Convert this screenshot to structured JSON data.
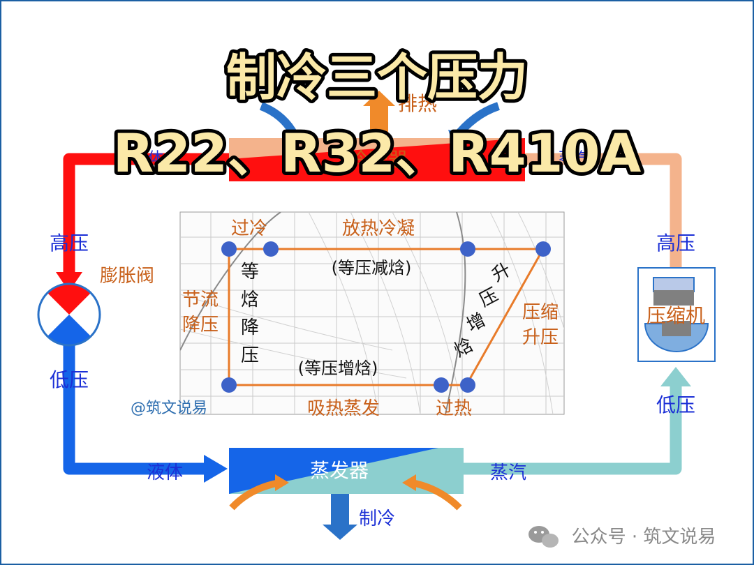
{
  "title": {
    "line1": "制冷三个压力",
    "line2": "R22、R32、R410A"
  },
  "cycle": {
    "condenser": {
      "left_text": "液体",
      "right_text": "蒸汽",
      "heat_out": "排热",
      "label": "冷凝器"
    },
    "evaporator": {
      "label": "蒸发器",
      "left_text": "液体",
      "right_text": "蒸汽",
      "cooling": "制冷"
    },
    "left_high": "高压",
    "left_low": "低压",
    "right_high": "高压",
    "right_low": "低压",
    "expansion_valve": "膨胀阀",
    "compressor": "压缩机"
  },
  "ph_diagram": {
    "subcool": "过冷",
    "condense": "放热冷凝",
    "isobaric_cool": "(等压减焓)",
    "isenthalpic": [
      "等",
      "焓",
      "降",
      "压"
    ],
    "throttle": [
      "节流",
      "降压"
    ],
    "compress_rise": [
      "升",
      "压",
      "增",
      "焓"
    ],
    "compress": [
      "压缩",
      "升压"
    ],
    "isobaric_heat": "(等压增焓)",
    "evaporate": "吸热蒸发",
    "superheat": "过热",
    "credit": "@筑文说易"
  },
  "footer": {
    "wechat_icon": "wechat-icon",
    "text": "公众号 · 筑文说易"
  },
  "colors": {
    "high_pressure": "#ff0f0f",
    "low_pressure": "#1565e8",
    "vapor_high": "#f4b38c",
    "vapor_low": "#8ccfcf",
    "cycle_line": "#e87b2a",
    "label_blue": "#1b2fd6",
    "label_orange": "#c8601a"
  }
}
